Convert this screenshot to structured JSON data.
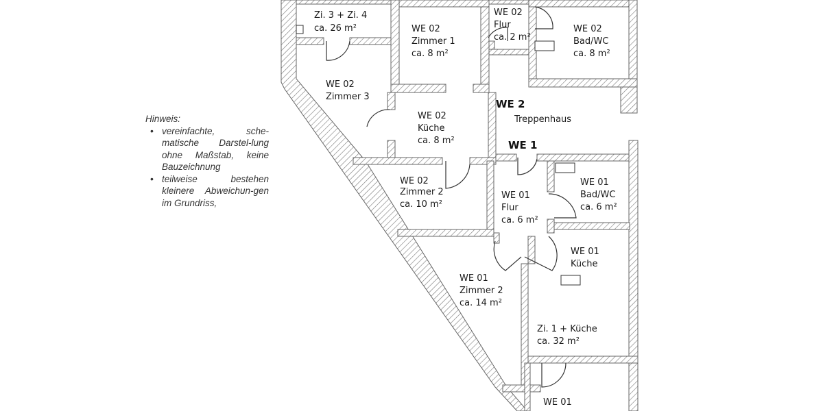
{
  "note": {
    "title": "Hinweis:",
    "items": [
      "vereinfachte, sche-matische Darstel-lung ohne Maßstab, keine Bauzeichnung",
      "teilweise bestehen kleinere Abweichun-gen im Grundriss,"
    ]
  },
  "plan": {
    "we2_label": "WE 2",
    "we1_label": "WE 1",
    "rooms": {
      "we02_zi34": {
        "line1": "Zi. 3 + Zi. 4",
        "line2": "ca. 26 m²"
      },
      "we02_zimmer1": {
        "line1": "WE 02",
        "line2": "Zimmer 1",
        "line3": "ca. 8 m²"
      },
      "we02_flur": {
        "line1": "WE 02",
        "line2": "Flur",
        "line3": "ca. 2 m²"
      },
      "we02_bad": {
        "line1": "WE 02",
        "line2": "Bad/WC",
        "line3": "ca. 8 m²"
      },
      "we02_zimmer3": {
        "line1": "WE 02",
        "line2": "Zimmer 3"
      },
      "we02_kueche": {
        "line1": "WE 02",
        "line2": "Küche",
        "line3": "ca. 8 m²"
      },
      "treppenhaus": {
        "line1": "Treppenhaus"
      },
      "we02_zimmer2": {
        "line1": "WE 02",
        "line2": "Zimmer 2",
        "line3": "ca. 10 m²"
      },
      "we01_flur": {
        "line1": "WE 01",
        "line2": "Flur",
        "line3": "ca. 6 m²"
      },
      "we01_bad": {
        "line1": "WE 01",
        "line2": "Bad/WC",
        "line3": "ca. 6 m²"
      },
      "we01_kueche": {
        "line1": "WE 01",
        "line2": "Küche"
      },
      "we01_zimmer2": {
        "line1": "WE 01",
        "line2": "Zimmer 2",
        "line3": "ca. 14 m²"
      },
      "we01_zi1kueche": {
        "line1": "Zi. 1 + Küche",
        "line2": "ca. 32 m²"
      },
      "we01_bottom": {
        "line1": "WE 01"
      }
    }
  }
}
